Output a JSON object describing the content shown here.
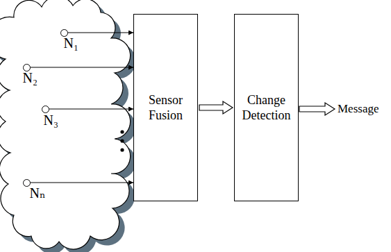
{
  "diagram": {
    "nodes": [
      {
        "text": [
          "N₁"
        ]
      },
      {
        "text": [
          "N₂"
        ]
      },
      {
        "text": [
          "N₃"
        ]
      },
      {
        "text": [
          "Nₙ"
        ]
      },
      {
        "text": [
          "Sensor Fusion"
        ]
      },
      {
        "text": [
          "Change Detection"
        ]
      }
    ],
    "edges": [
      {
        "from": 0,
        "to": 4,
        "arrow": "to"
      },
      {
        "from": 1,
        "to": 4,
        "arrow": "to"
      },
      {
        "from": 2,
        "to": 4,
        "arrow": "to"
      },
      {
        "from": 3,
        "to": 4,
        "arrow": "to"
      },
      {
        "from": 4,
        "to": 5,
        "arrow": "to"
      }
    ],
    "labels": [
      "Message"
    ]
  }
}
